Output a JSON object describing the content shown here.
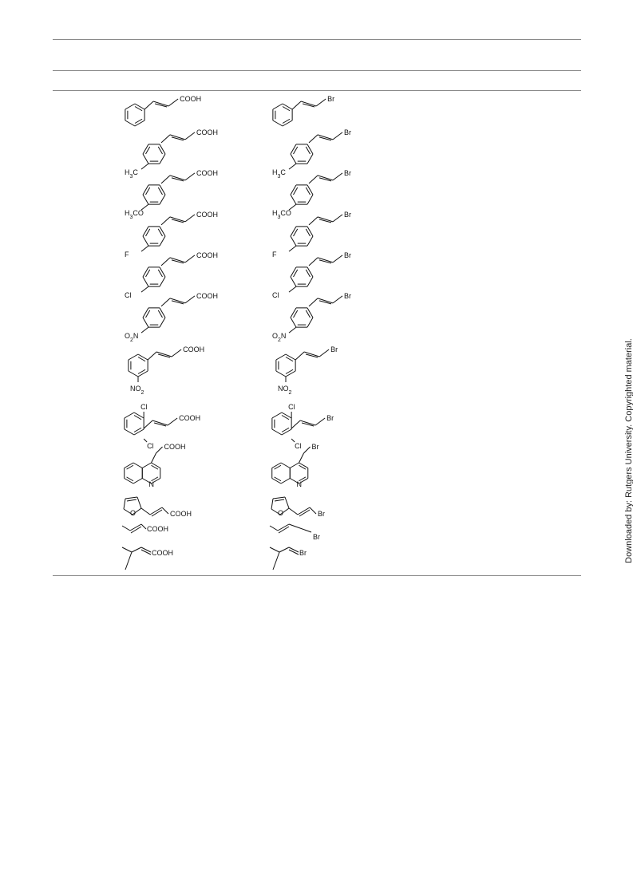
{
  "watermark": "Downloaded by: Rutgers University. Copyrighted material.",
  "rows": [
    {
      "acid": {
        "ring": "benzene",
        "labels": [
          "COOH"
        ]
      },
      "bromide": {
        "ring": "benzene",
        "labels": [
          "Br"
        ]
      }
    },
    {
      "acid": {
        "ring": "benzene",
        "labels": [
          "COOH",
          "H3C"
        ]
      },
      "bromide": {
        "ring": "benzene",
        "labels": [
          "Br",
          "H3C"
        ]
      }
    },
    {
      "acid": {
        "ring": "benzene",
        "labels": [
          "COOH",
          "H3CO"
        ]
      },
      "bromide": {
        "ring": "benzene",
        "labels": [
          "Br",
          "H3CO"
        ]
      }
    },
    {
      "acid": {
        "ring": "benzene",
        "labels": [
          "COOH",
          "F"
        ]
      },
      "bromide": {
        "ring": "benzene",
        "labels": [
          "Br",
          "F"
        ]
      }
    },
    {
      "acid": {
        "ring": "benzene",
        "labels": [
          "COOH",
          "Cl"
        ]
      },
      "bromide": {
        "ring": "benzene",
        "labels": [
          "Br",
          "Cl"
        ]
      }
    },
    {
      "acid": {
        "ring": "benzene",
        "labels": [
          "COOH",
          "O2N"
        ]
      },
      "bromide": {
        "ring": "benzene",
        "labels": [
          "Br",
          "O2N"
        ]
      }
    },
    {
      "acid": {
        "ring": "benzene",
        "labels": [
          "COOH",
          "NO2"
        ]
      },
      "bromide": {
        "ring": "benzene",
        "labels": [
          "Br",
          "NO2"
        ]
      }
    },
    {
      "acid": {
        "ring": "benzene",
        "labels": [
          "COOH",
          "Cl",
          "Cl"
        ]
      },
      "bromide": {
        "ring": "benzene",
        "labels": [
          "Br",
          "Cl",
          "Cl"
        ]
      }
    },
    {
      "acid": {
        "ring": "quinoline",
        "labels": [
          "COOH",
          "N"
        ]
      },
      "bromide": {
        "ring": "quinoline",
        "labels": [
          "Br",
          "N"
        ]
      }
    },
    {
      "acid": {
        "ring": "furan",
        "labels": [
          "COOH",
          "O"
        ]
      },
      "bromide": {
        "ring": "furan",
        "labels": [
          "Br",
          "O"
        ]
      }
    },
    {
      "acid": {
        "ring": "none",
        "labels": [
          "COOH"
        ]
      },
      "bromide": {
        "ring": "none",
        "labels": [
          "Br"
        ]
      }
    },
    {
      "acid": {
        "ring": "none",
        "labels": [
          "COOH"
        ]
      },
      "bromide": {
        "ring": "none",
        "labels": [
          "Br"
        ]
      }
    }
  ]
}
